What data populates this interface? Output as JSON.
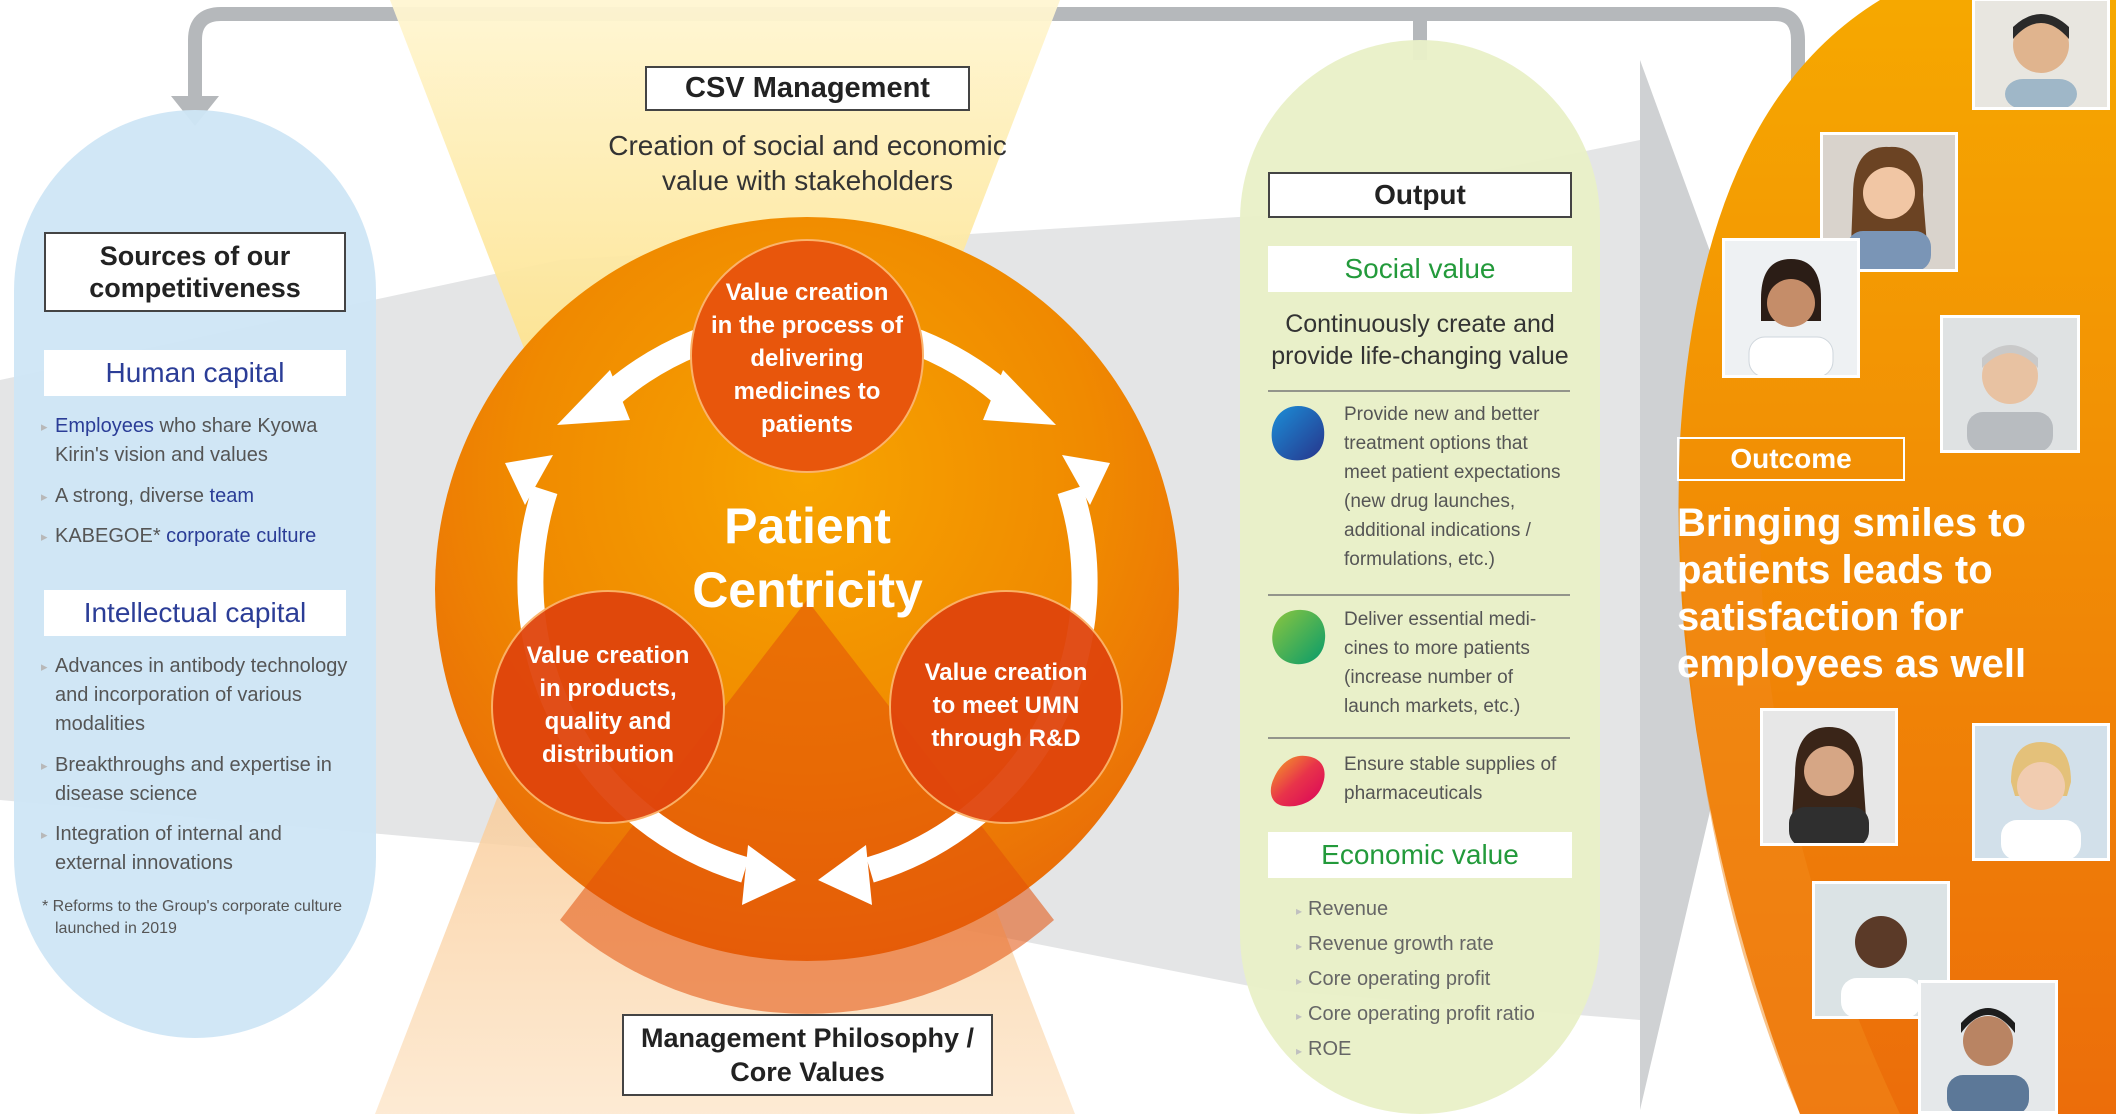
{
  "csv": {
    "title": "CSV Management",
    "subtitle_line1": "Creation of social and economic",
    "subtitle_line2": "value with stakeholders"
  },
  "sources": {
    "title_line1": "Sources of our",
    "title_line2": "competitiveness",
    "human_capital": {
      "heading": "Human capital",
      "items": [
        {
          "hl": "Employees",
          "rest_line1": " who share Kyowa",
          "line2": "Kirin's vision and values"
        },
        {
          "pre": "A strong, diverse ",
          "hl": "team"
        },
        {
          "pre": "KABEGOE* ",
          "hl": "corporate culture"
        }
      ]
    },
    "intellectual_capital": {
      "heading": "Intellectual capital",
      "items": [
        {
          "line1": "Advances in antibody technology",
          "line2": "and incorporation of various",
          "line3": "modalities"
        },
        {
          "line1": "Breakthroughs and expertise in",
          "line2": "disease science"
        },
        {
          "line1": "Integration of internal and",
          "line2": "external innovations"
        }
      ]
    },
    "footnote_line1": "* Reforms to the Group's corporate culture",
    "footnote_line2": "launched in 2019"
  },
  "center": {
    "line1": "Patient",
    "line2": "Centricity",
    "top_circle": [
      "Value creation",
      "in the process of",
      "delivering",
      "medicines to",
      "patients"
    ],
    "left_circle": [
      "Value creation",
      "in products,",
      "quality and",
      "distribution"
    ],
    "right_circle": [
      "Value creation",
      "to meet UMN",
      "through R&D"
    ]
  },
  "philosophy": {
    "line1": "Management Philosophy /",
    "line2": "Core Values"
  },
  "output": {
    "title": "Output",
    "social_value": "Social value",
    "statement_line1": "Continuously create and",
    "statement_line2": "provide life-changing value",
    "rows": [
      {
        "lines": [
          "Provide new and better",
          "treatment options that",
          "meet patient expectations",
          "(new drug launches,",
          "additional indications /",
          "formulations, etc.)"
        ],
        "color": "#1a6fc4"
      },
      {
        "lines": [
          "Deliver essential medi-",
          "cines to more patients",
          "(increase number of",
          "launch markets, etc.)"
        ],
        "color": "#3aa935"
      },
      {
        "lines": [
          "Ensure stable supplies of",
          "pharmaceuticals"
        ],
        "color": "#e8334a"
      }
    ],
    "economic_value": "Economic value",
    "economic_items": [
      "Revenue",
      "Revenue growth rate",
      "Core operating profit",
      "Core operating profit ratio",
      "ROE"
    ]
  },
  "outcome": {
    "title": "Outcome",
    "line1": "Bringing smiles to",
    "line2": "patients leads to",
    "line3": "satisfaction for",
    "line4": "employees as well"
  },
  "colors": {
    "orange_main": "#f08a00",
    "orange_dark": "#e0520a",
    "blue_panel": "#cfe6f6",
    "green_panel": "#e9f0c8",
    "navy_text": "#2b3d97",
    "green_text": "#239a3b"
  }
}
